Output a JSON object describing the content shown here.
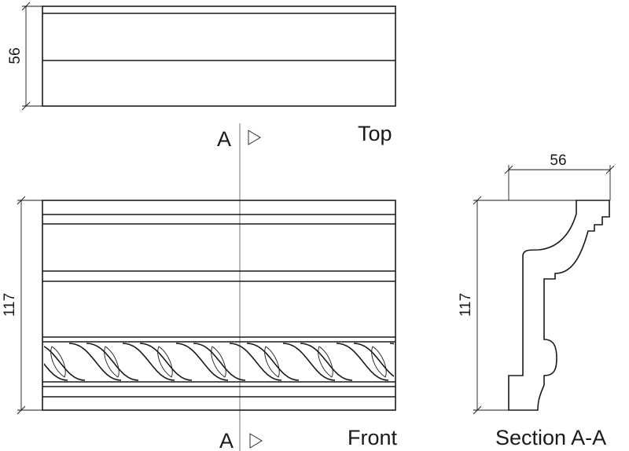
{
  "views": {
    "top": {
      "label": "Top",
      "dimension": "56"
    },
    "front": {
      "label": "Front",
      "dimension": "117"
    },
    "section": {
      "label": "Section A-A",
      "width_dimension": "56",
      "height_dimension": "117"
    }
  },
  "cut_marker": {
    "letter": "A"
  }
}
